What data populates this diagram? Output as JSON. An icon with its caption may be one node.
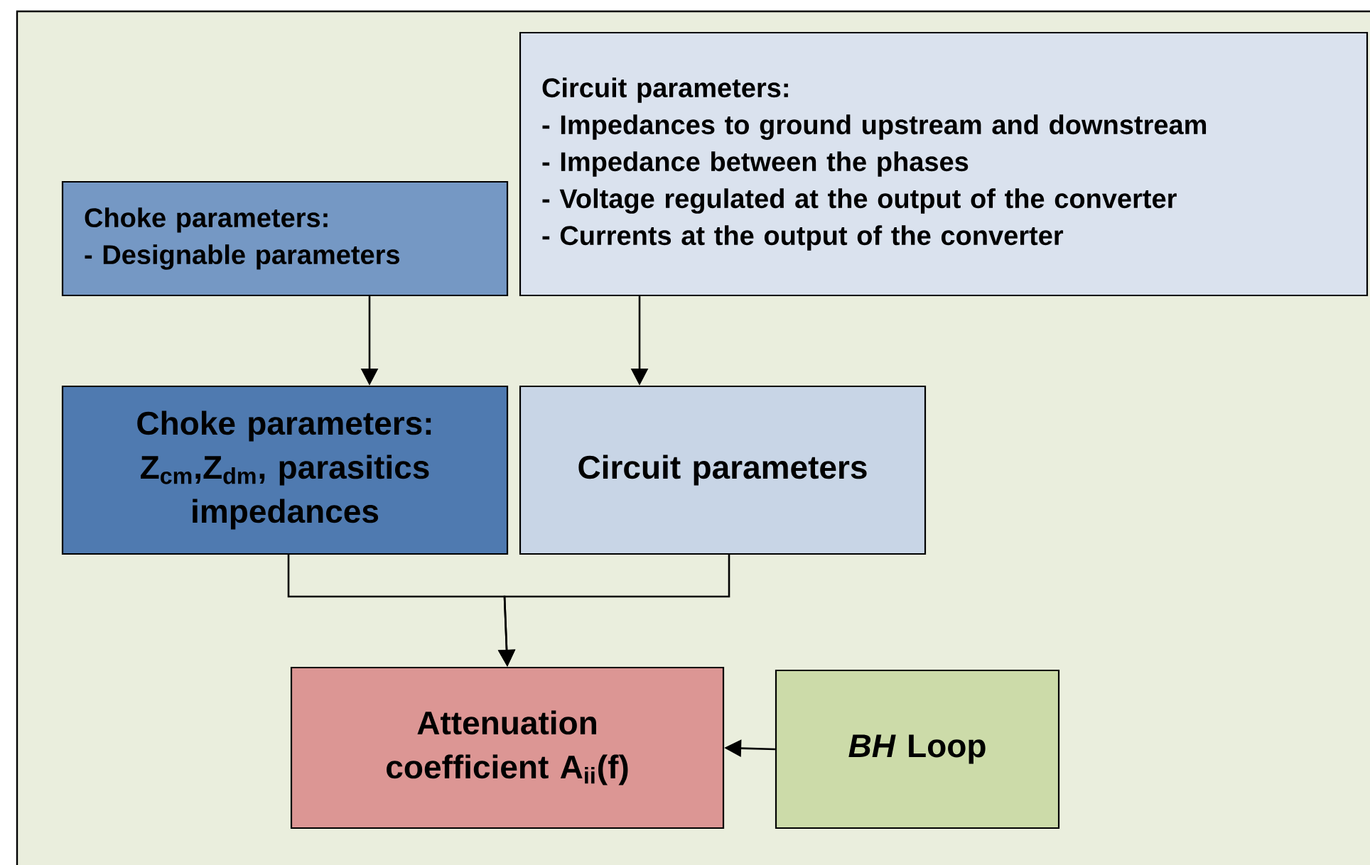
{
  "diagram": {
    "nodes": [
      {
        "text": [
          "Choke parameters:",
          "- Designable parameters"
        ]
      },
      {
        "text": [
          "Circuit parameters:",
          "- Impedances to ground upstream and downstream",
          "- Impedance between the phases",
          "- Voltage regulated at the output of the converter",
          "- Currents at the output of the converter"
        ]
      },
      {
        "text": [
          "Choke parameters: Z$_{cm}$,Z$_{dm}$, parasitics impedances"
        ]
      },
      {
        "text": [
          "Circuit parameters"
        ]
      },
      {
        "text": [
          "Attenuation coefficient A$_{ii}$(f)"
        ]
      },
      {
        "text": [
          "*BH* Loop"
        ]
      }
    ],
    "edges": [
      {
        "from": 0,
        "to": 2,
        "arrow": "to"
      },
      {
        "from": 1,
        "to": 3,
        "arrow": "to"
      },
      {
        "from": 2,
        "to": 4,
        "arrow": "to"
      },
      {
        "from": 3,
        "to": 4,
        "arrow": "to"
      },
      {
        "from": 5,
        "to": 4,
        "arrow": "to"
      }
    ]
  }
}
